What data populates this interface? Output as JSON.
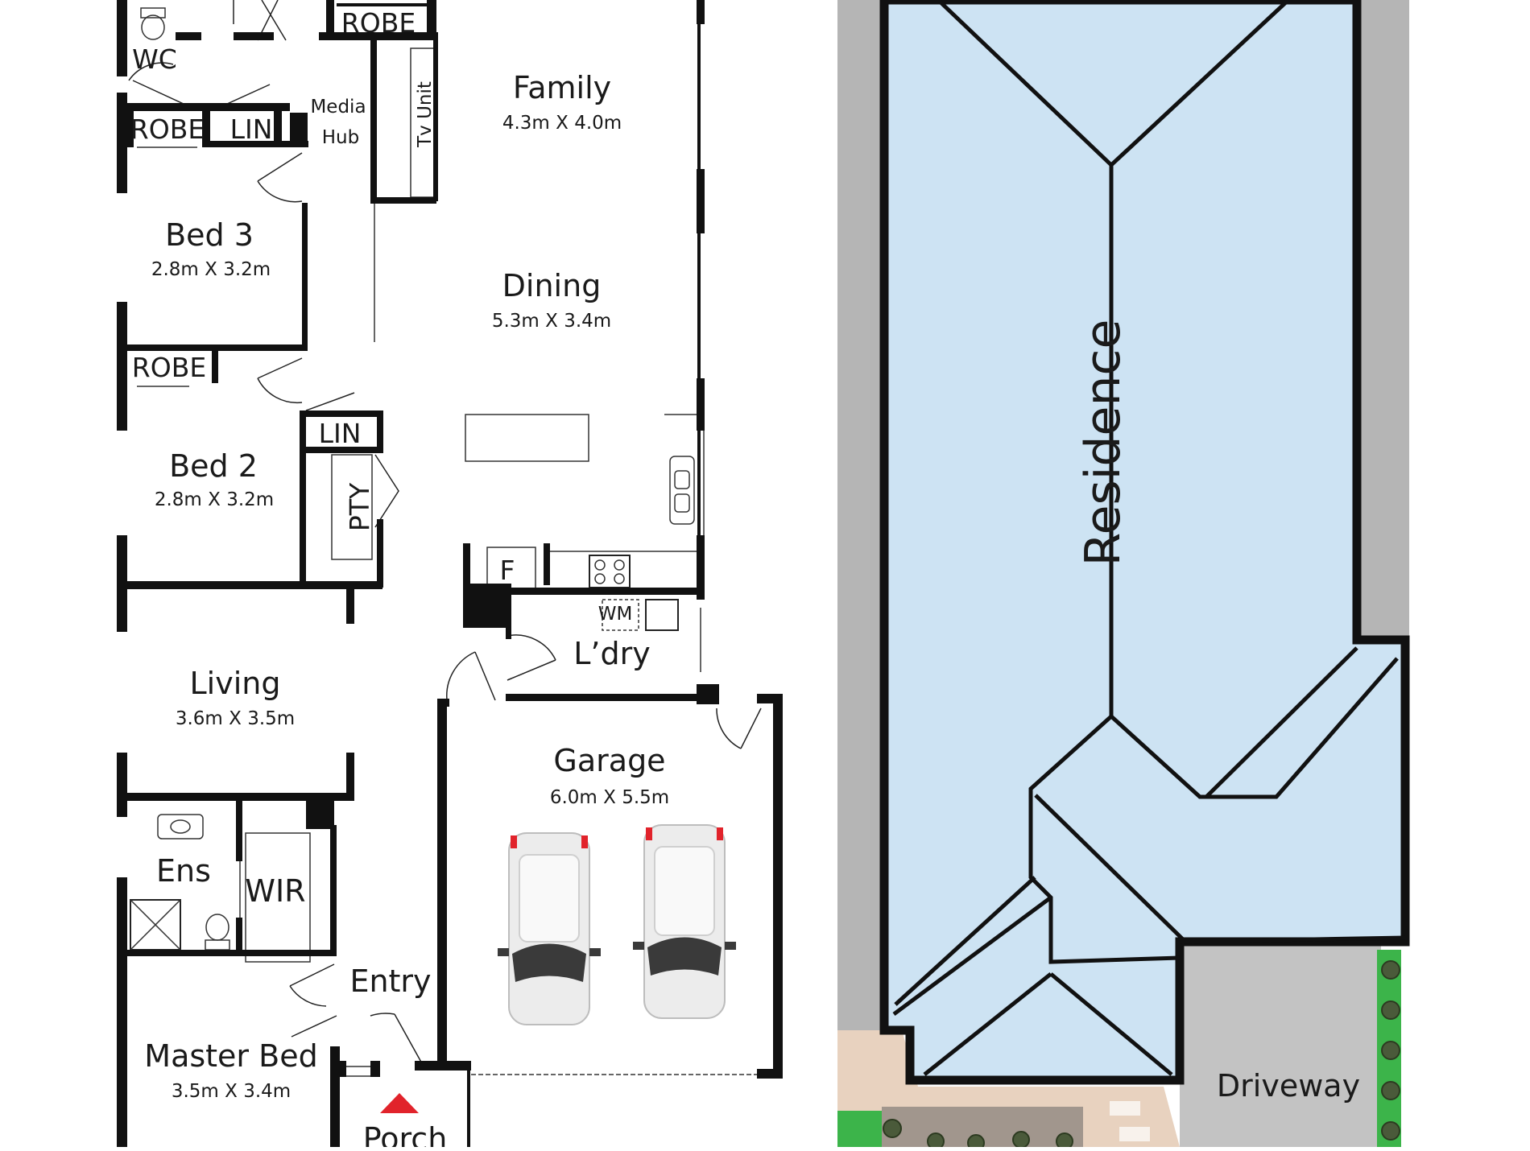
{
  "floor_plan": {
    "rooms": [
      {
        "id": "family",
        "name": "Family",
        "dims": "4.3m X 4.0m"
      },
      {
        "id": "dining",
        "name": "Dining",
        "dims": "5.3m X 3.4m"
      },
      {
        "id": "bed3",
        "name": "Bed 3",
        "dims": "2.8m X 3.2m"
      },
      {
        "id": "bed2",
        "name": "Bed 2",
        "dims": "2.8m X 3.2m"
      },
      {
        "id": "living",
        "name": "Living",
        "dims": "3.6m X 3.5m"
      },
      {
        "id": "garage",
        "name": "Garage",
        "dims": "6.0m X 5.5m"
      },
      {
        "id": "master",
        "name": "Master Bed",
        "dims": "3.5m X 3.4m"
      }
    ],
    "labels": {
      "wc": "WC",
      "robe": "ROBE",
      "lin": "LIN",
      "media_hub_1": "Media",
      "media_hub_2": "Hub",
      "tv_unit": "Tv Unit",
      "pantry": "PTY",
      "fridge": "F",
      "washing_machine": "WM",
      "laundry": "L’dry",
      "ensuite": "Ens",
      "wir": "WIR",
      "entry": "Entry",
      "porch": "Porch"
    }
  },
  "site_plan": {
    "residence": "Residence",
    "driveway": "Driveway"
  },
  "colors": {
    "wall": "#111111",
    "roof_fill": "#cde3f3",
    "boundary_grey": "#b5b5b5",
    "driveway_grey": "#c3c3c3",
    "paving_tan": "#e8d2bf",
    "garden_brown": "#a1968d",
    "lawn_green": "#3cb44a",
    "entry_arrow": "#e1232b"
  }
}
